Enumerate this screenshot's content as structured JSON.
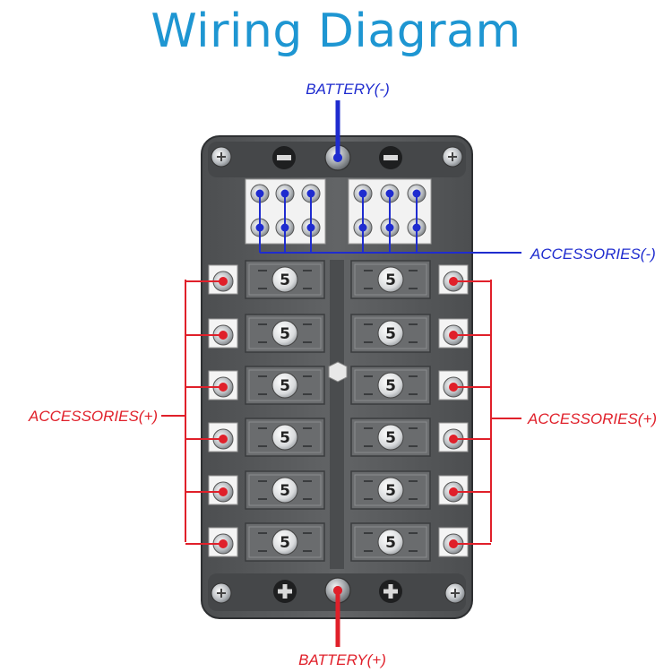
{
  "title": "Wiring Diagram",
  "labels": {
    "battery_negative": "BATTERY(-)",
    "battery_positive": "BATTERY(+)",
    "accessories_negative": "ACCESSORIES(-)",
    "accessories_positive_left": "ACCESSORIES(+)",
    "accessories_positive_right": "ACCESSORIES(+)"
  },
  "fuse_rating": "5",
  "fuse_count": 12,
  "colors": {
    "title": "#1e96d2",
    "negative_wire": "#1f2ccf",
    "positive_wire": "#e0202a",
    "board": "#5a5c5e",
    "board_dark": "#3d3f41"
  }
}
